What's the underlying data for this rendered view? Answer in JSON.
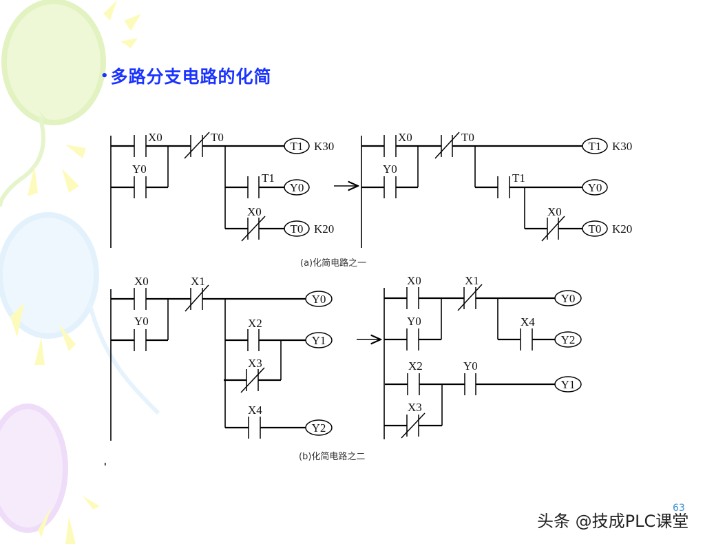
{
  "slide": {
    "title": "多路分支电路的化简",
    "bullet": "•",
    "page_number": "63",
    "watermark": "头条 @技成PLC课堂"
  },
  "figures": [
    {
      "id": "a",
      "caption": "(a)化简电路之一",
      "before": {
        "contacts": [
          {
            "name": "X0",
            "type": "NO"
          },
          {
            "name": "Y0",
            "type": "NO",
            "parallel_with": "X0"
          },
          {
            "name": "T0",
            "type": "NC"
          },
          {
            "name": "T1",
            "type": "NO"
          },
          {
            "name": "X0",
            "type": "NC"
          }
        ],
        "coils": [
          {
            "name": "T1",
            "param": "K30"
          },
          {
            "name": "Y0",
            "param": ""
          },
          {
            "name": "T0",
            "param": "K20"
          }
        ]
      },
      "after": {
        "contacts": [
          {
            "name": "X0",
            "type": "NO"
          },
          {
            "name": "Y0",
            "type": "NO",
            "parallel_with": "X0"
          },
          {
            "name": "T0",
            "type": "NC"
          },
          {
            "name": "T1",
            "type": "NO"
          },
          {
            "name": "X0",
            "type": "NC"
          }
        ],
        "coils": [
          {
            "name": "T1",
            "param": "K30"
          },
          {
            "name": "Y0",
            "param": ""
          },
          {
            "name": "T0",
            "param": "K20"
          }
        ]
      }
    },
    {
      "id": "b",
      "caption": "(b)化简电路之二",
      "before": {
        "contacts": [
          {
            "name": "X0",
            "type": "NO"
          },
          {
            "name": "Y0",
            "type": "NO",
            "parallel_with": "X0"
          },
          {
            "name": "X1",
            "type": "NC"
          },
          {
            "name": "X2",
            "type": "NO"
          },
          {
            "name": "X3",
            "type": "NC",
            "parallel_with": "X2"
          },
          {
            "name": "X4",
            "type": "NO"
          }
        ],
        "coils": [
          {
            "name": "Y0"
          },
          {
            "name": "Y1"
          },
          {
            "name": "Y2"
          }
        ]
      },
      "after": {
        "contacts": [
          {
            "name": "X0",
            "type": "NO"
          },
          {
            "name": "Y0",
            "type": "NO",
            "parallel_with": "X0"
          },
          {
            "name": "X1",
            "type": "NC"
          },
          {
            "name": "X4",
            "type": "NO"
          },
          {
            "name": "X2",
            "type": "NO"
          },
          {
            "name": "X3",
            "type": "NC",
            "parallel_with": "X2"
          },
          {
            "name": "Y0",
            "type": "NO"
          }
        ],
        "coils": [
          {
            "name": "Y0"
          },
          {
            "name": "Y2"
          },
          {
            "name": "Y1"
          }
        ]
      }
    }
  ],
  "labels": {
    "a_before": {
      "x0": "X0",
      "y0": "Y0",
      "t0": "T0",
      "t1": "T1",
      "x0b": "X0",
      "coil_t1": "T1",
      "k30": "K30",
      "coil_y0": "Y0",
      "coil_t0": "T0",
      "k20": "K20"
    },
    "a_after": {
      "x0": "X0",
      "y0": "Y0",
      "t0": "T0",
      "t1": "T1",
      "x0b": "X0",
      "coil_t1": "T1",
      "k30": "K30",
      "coil_y0": "Y0",
      "coil_t0": "T0",
      "k20": "K20"
    },
    "b_before": {
      "x0": "X0",
      "y0": "Y0",
      "x1": "X1",
      "x2": "X2",
      "x3": "X3",
      "x4": "X4",
      "coil_y0": "Y0",
      "coil_y1": "Y1",
      "coil_y2": "Y2"
    },
    "b_after": {
      "x0": "X0",
      "y0": "Y0",
      "x1": "X1",
      "x4": "X4",
      "x2": "X2",
      "x3": "X3",
      "y0b": "Y0",
      "coil_y0": "Y0",
      "coil_y2": "Y2",
      "coil_y1": "Y1"
    }
  },
  "colors": {
    "title": "#1a33ff",
    "line": "#000000",
    "balloon_green": "#e8f5c8",
    "balloon_blue": "#e3f2fc",
    "balloon_purple": "#f0e0f8",
    "ray_yellow": "#fdfbb8"
  }
}
